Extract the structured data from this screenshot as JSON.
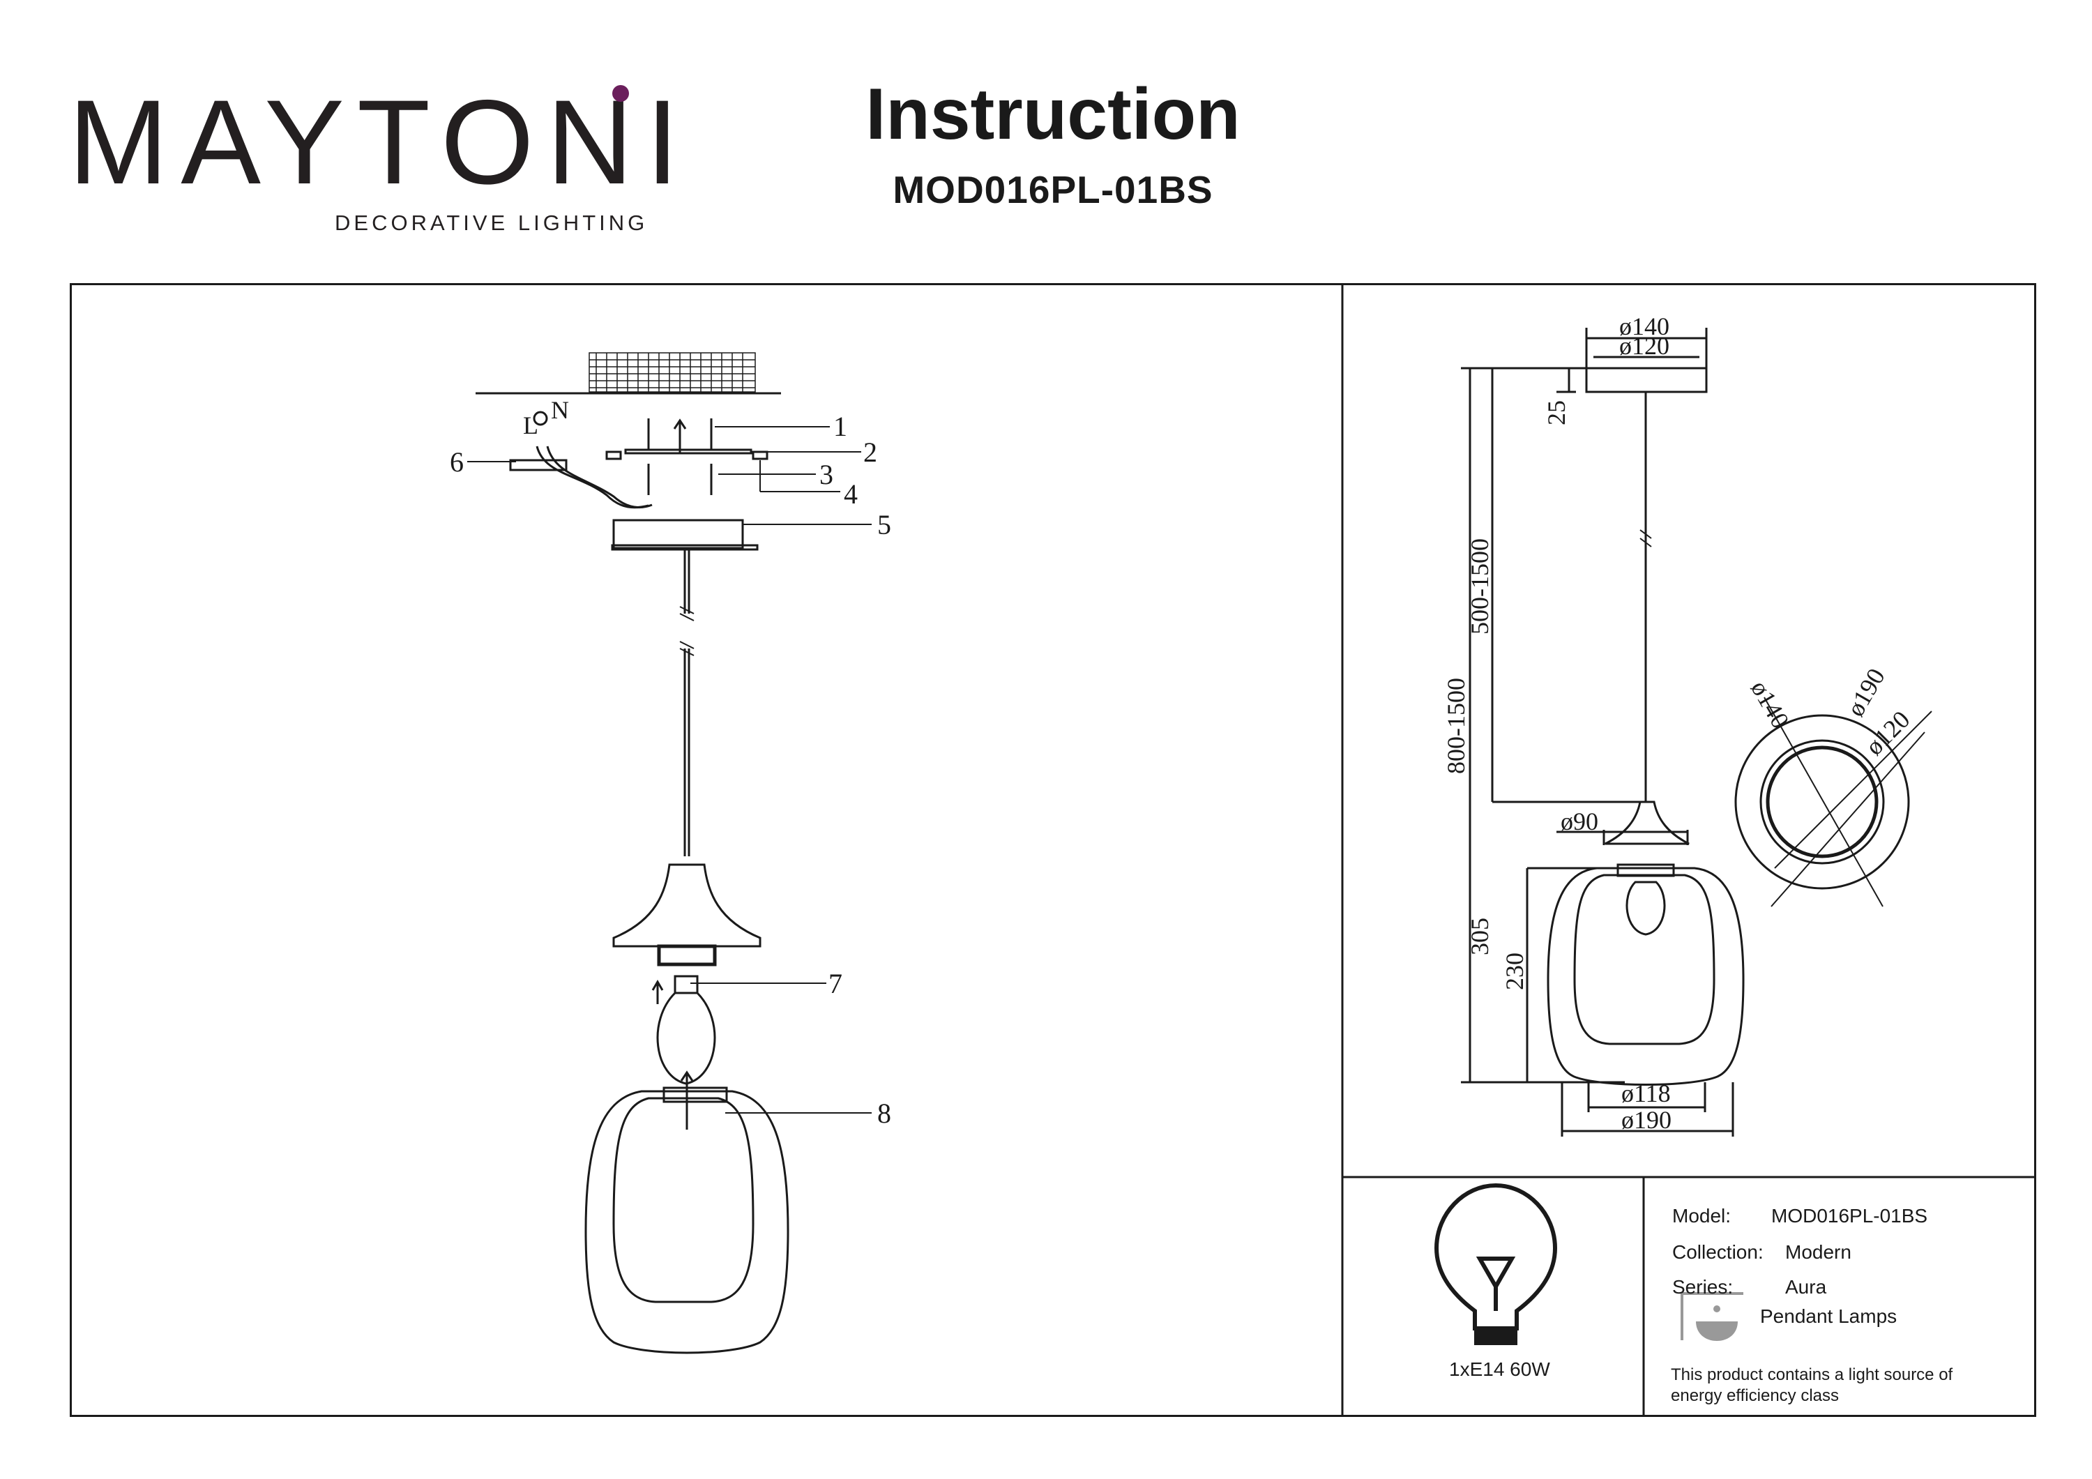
{
  "brand": {
    "name": "MAYTONI",
    "tagline": "DECORATIVE LIGHTING",
    "accent": "#6b1f5c"
  },
  "header": {
    "title": "Instruction",
    "model": "MOD016PL-01BS"
  },
  "assembly": {
    "part_labels": [
      "1",
      "2",
      "3",
      "4",
      "5",
      "6",
      "7",
      "8"
    ],
    "wiring": {
      "l": "L",
      "n": "N"
    }
  },
  "dimensions": {
    "canopy_outer": "ø140",
    "canopy_inner": "ø120",
    "canopy_height": "25",
    "cord_length": "500-1500",
    "total_height": "800-1500",
    "holder_diameter": "ø90",
    "lamp_height": "305",
    "shade_height": "230",
    "inner_diameter": "ø118",
    "outer_diameter": "ø190",
    "top_view": {
      "d140": "ø140",
      "d190": "ø190",
      "d120": "ø120"
    }
  },
  "bulb": {
    "spec": "1xE14 60W"
  },
  "specs": {
    "model_label": "Model:",
    "model_value": "MOD016PL-01BS",
    "collection_label": "Collection:",
    "collection_value": "Modern",
    "series_label": "Series:",
    "series_value": "Aura",
    "type_label": "Pendant Lamps",
    "energy_note_1": "This product contains a light source of",
    "energy_note_2": "energy efficiency class"
  }
}
